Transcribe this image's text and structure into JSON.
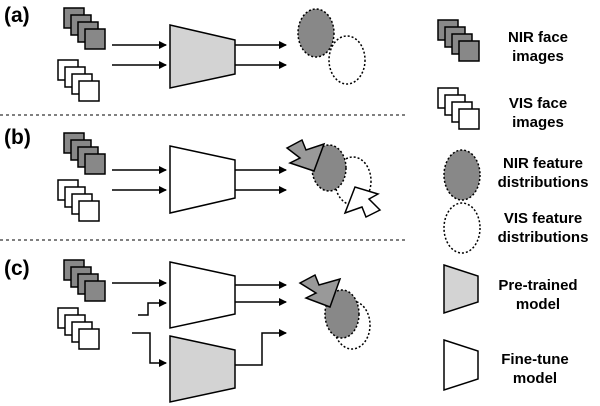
{
  "panels": [
    {
      "label": "(a)"
    },
    {
      "label": "(b)"
    },
    {
      "label": "(c)"
    }
  ],
  "legend": {
    "nir_images": {
      "line1": "NIR face",
      "line2": "images"
    },
    "vis_images": {
      "line1": "VIS face",
      "line2": "images"
    },
    "nir_feature": {
      "line1": "NIR feature",
      "line2": "distributions"
    },
    "vis_feature": {
      "line1": "VIS feature",
      "line2": "distributions"
    },
    "pretrained": {
      "line1": "Pre-trained",
      "line2": "model"
    },
    "finetune": {
      "line1": "Fine-tune",
      "line2": "model"
    }
  },
  "colors": {
    "nir_fill": "#888888",
    "pretrained_fill": "#d3d3d3",
    "arrow_fill": "#999999"
  }
}
